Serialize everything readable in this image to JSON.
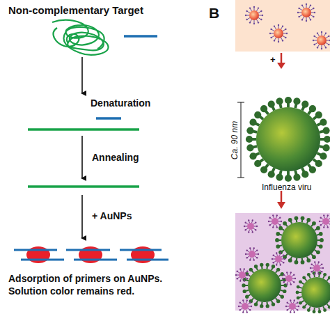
{
  "diagram": {
    "labels": [
      "Non-complementary Target",
      "Denaturation",
      "Annealing",
      "+ AuNPs",
      "Adsorption of primers on AuNPs. Solution color remains red.",
      "B",
      "+",
      "Ca. 90 nm",
      "Influenza viru"
    ]
  }
}
